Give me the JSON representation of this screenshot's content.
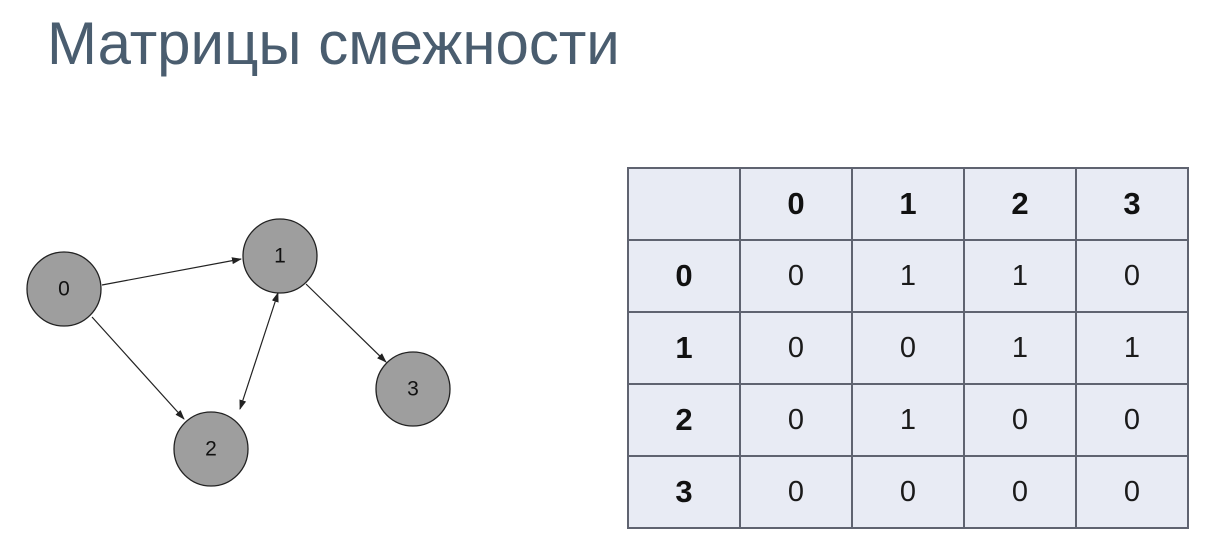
{
  "title": "Матрицы смежности",
  "graph": {
    "nodes": [
      {
        "id": "0",
        "label": "0"
      },
      {
        "id": "1",
        "label": "1"
      },
      {
        "id": "2",
        "label": "2"
      },
      {
        "id": "3",
        "label": "3"
      }
    ],
    "edges": [
      {
        "from": "0",
        "to": "1",
        "direction": "forward"
      },
      {
        "from": "0",
        "to": "2",
        "direction": "forward"
      },
      {
        "from": "1",
        "to": "2",
        "direction": "both"
      },
      {
        "from": "1",
        "to": "3",
        "direction": "forward"
      }
    ],
    "node_fill": "#9e9e9e",
    "node_stroke": "#222222"
  },
  "matrix": {
    "column_headers": [
      "0",
      "1",
      "2",
      "3"
    ],
    "rows": [
      {
        "header": "0",
        "cells": [
          "0",
          "1",
          "1",
          "0"
        ]
      },
      {
        "header": "1",
        "cells": [
          "0",
          "0",
          "1",
          "1"
        ]
      },
      {
        "header": "2",
        "cells": [
          "0",
          "1",
          "0",
          "0"
        ]
      },
      {
        "header": "3",
        "cells": [
          "0",
          "0",
          "0",
          "0"
        ]
      }
    ],
    "cell_background": "#e8ebf4",
    "border_color": "#5f6370"
  },
  "title_color": "#4a5d6f"
}
